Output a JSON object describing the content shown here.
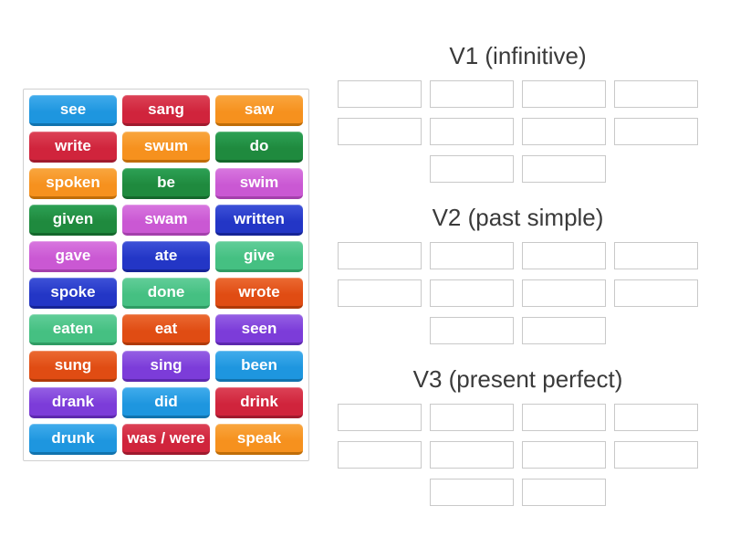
{
  "activity": {
    "type_label": "group-sort",
    "background": "#ffffff"
  },
  "palette": {
    "skyblue": {
      "light": "#41acec",
      "base": "#1e96df",
      "dark": "#1173ae"
    },
    "crimson": {
      "light": "#dc4256",
      "base": "#d0243c",
      "dark": "#a01a2e"
    },
    "orange": {
      "light": "#f9a63f",
      "base": "#f6911e",
      "dark": "#c06d08"
    },
    "green": {
      "light": "#2da155",
      "base": "#1f8a3e",
      "dark": "#14682c"
    },
    "orchid": {
      "light": "#d877df",
      "base": "#ca58d3",
      "dark": "#a440ac"
    },
    "royalblue": {
      "light": "#3e52d8",
      "base": "#2336c6",
      "dark": "#162497"
    },
    "mint": {
      "light": "#62ce99",
      "base": "#45c082",
      "dark": "#2f9c64"
    },
    "orangered": {
      "light": "#eb6a32",
      "base": "#e04c13",
      "dark": "#b03908"
    },
    "purple": {
      "light": "#9560e4",
      "base": "#7c3cd9",
      "dark": "#5d28ae"
    }
  },
  "board": {
    "columns": 3,
    "tiles": [
      {
        "label": "see",
        "color": "skyblue"
      },
      {
        "label": "sang",
        "color": "crimson"
      },
      {
        "label": "saw",
        "color": "orange"
      },
      {
        "label": "write",
        "color": "crimson"
      },
      {
        "label": "swum",
        "color": "orange"
      },
      {
        "label": "do",
        "color": "green"
      },
      {
        "label": "spoken",
        "color": "orange"
      },
      {
        "label": "be",
        "color": "green"
      },
      {
        "label": "swim",
        "color": "orchid"
      },
      {
        "label": "given",
        "color": "green"
      },
      {
        "label": "swam",
        "color": "orchid"
      },
      {
        "label": "written",
        "color": "royalblue"
      },
      {
        "label": "gave",
        "color": "orchid"
      },
      {
        "label": "ate",
        "color": "royalblue"
      },
      {
        "label": "give",
        "color": "mint"
      },
      {
        "label": "spoke",
        "color": "royalblue"
      },
      {
        "label": "done",
        "color": "mint"
      },
      {
        "label": "wrote",
        "color": "orangered"
      },
      {
        "label": "eaten",
        "color": "mint"
      },
      {
        "label": "eat",
        "color": "orangered"
      },
      {
        "label": "seen",
        "color": "purple"
      },
      {
        "label": "sung",
        "color": "orangered"
      },
      {
        "label": "sing",
        "color": "purple"
      },
      {
        "label": "been",
        "color": "skyblue"
      },
      {
        "label": "drank",
        "color": "purple"
      },
      {
        "label": "did",
        "color": "skyblue"
      },
      {
        "label": "drink",
        "color": "crimson"
      },
      {
        "label": "drunk",
        "color": "skyblue"
      },
      {
        "label": "was / were",
        "color": "crimson"
      },
      {
        "label": "speak",
        "color": "orange"
      }
    ]
  },
  "groups": [
    {
      "title": "V1 (infinitive)",
      "slot_rows": [
        4,
        4,
        2
      ]
    },
    {
      "title": "V2 (past simple)",
      "slot_rows": [
        4,
        4,
        2
      ]
    },
    {
      "title": "V3 (present perfect)",
      "slot_rows": [
        4,
        4,
        2
      ]
    }
  ],
  "colors": {
    "board_border": "#d0d0d0",
    "slot_border": "#c9c9c9",
    "title_text": "#3a3a3a",
    "tile_text": "#ffffff"
  }
}
